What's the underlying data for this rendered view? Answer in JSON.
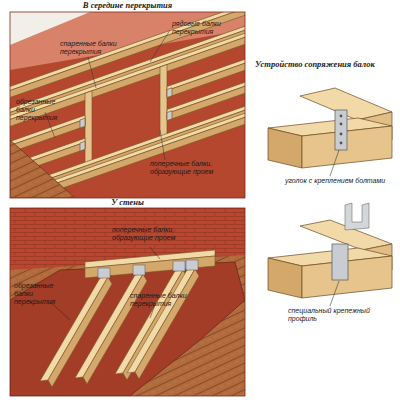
{
  "diagram": {
    "labels": [
      "В середине перекрытия",
      "рядовые балки перекрытия",
      "спаренные балки перекрытия",
      "обрезанные балки перекрытия",
      "поперечные балки, образующие проем",
      "Устройство сопряжения балок",
      "уголок с креплением болтами",
      "У стены",
      "поперечные балки, образующие проем",
      "обрезанные балки перекрытия",
      "спаренные балки перекрытия",
      "специальный крепежный профиль"
    ]
  }
}
